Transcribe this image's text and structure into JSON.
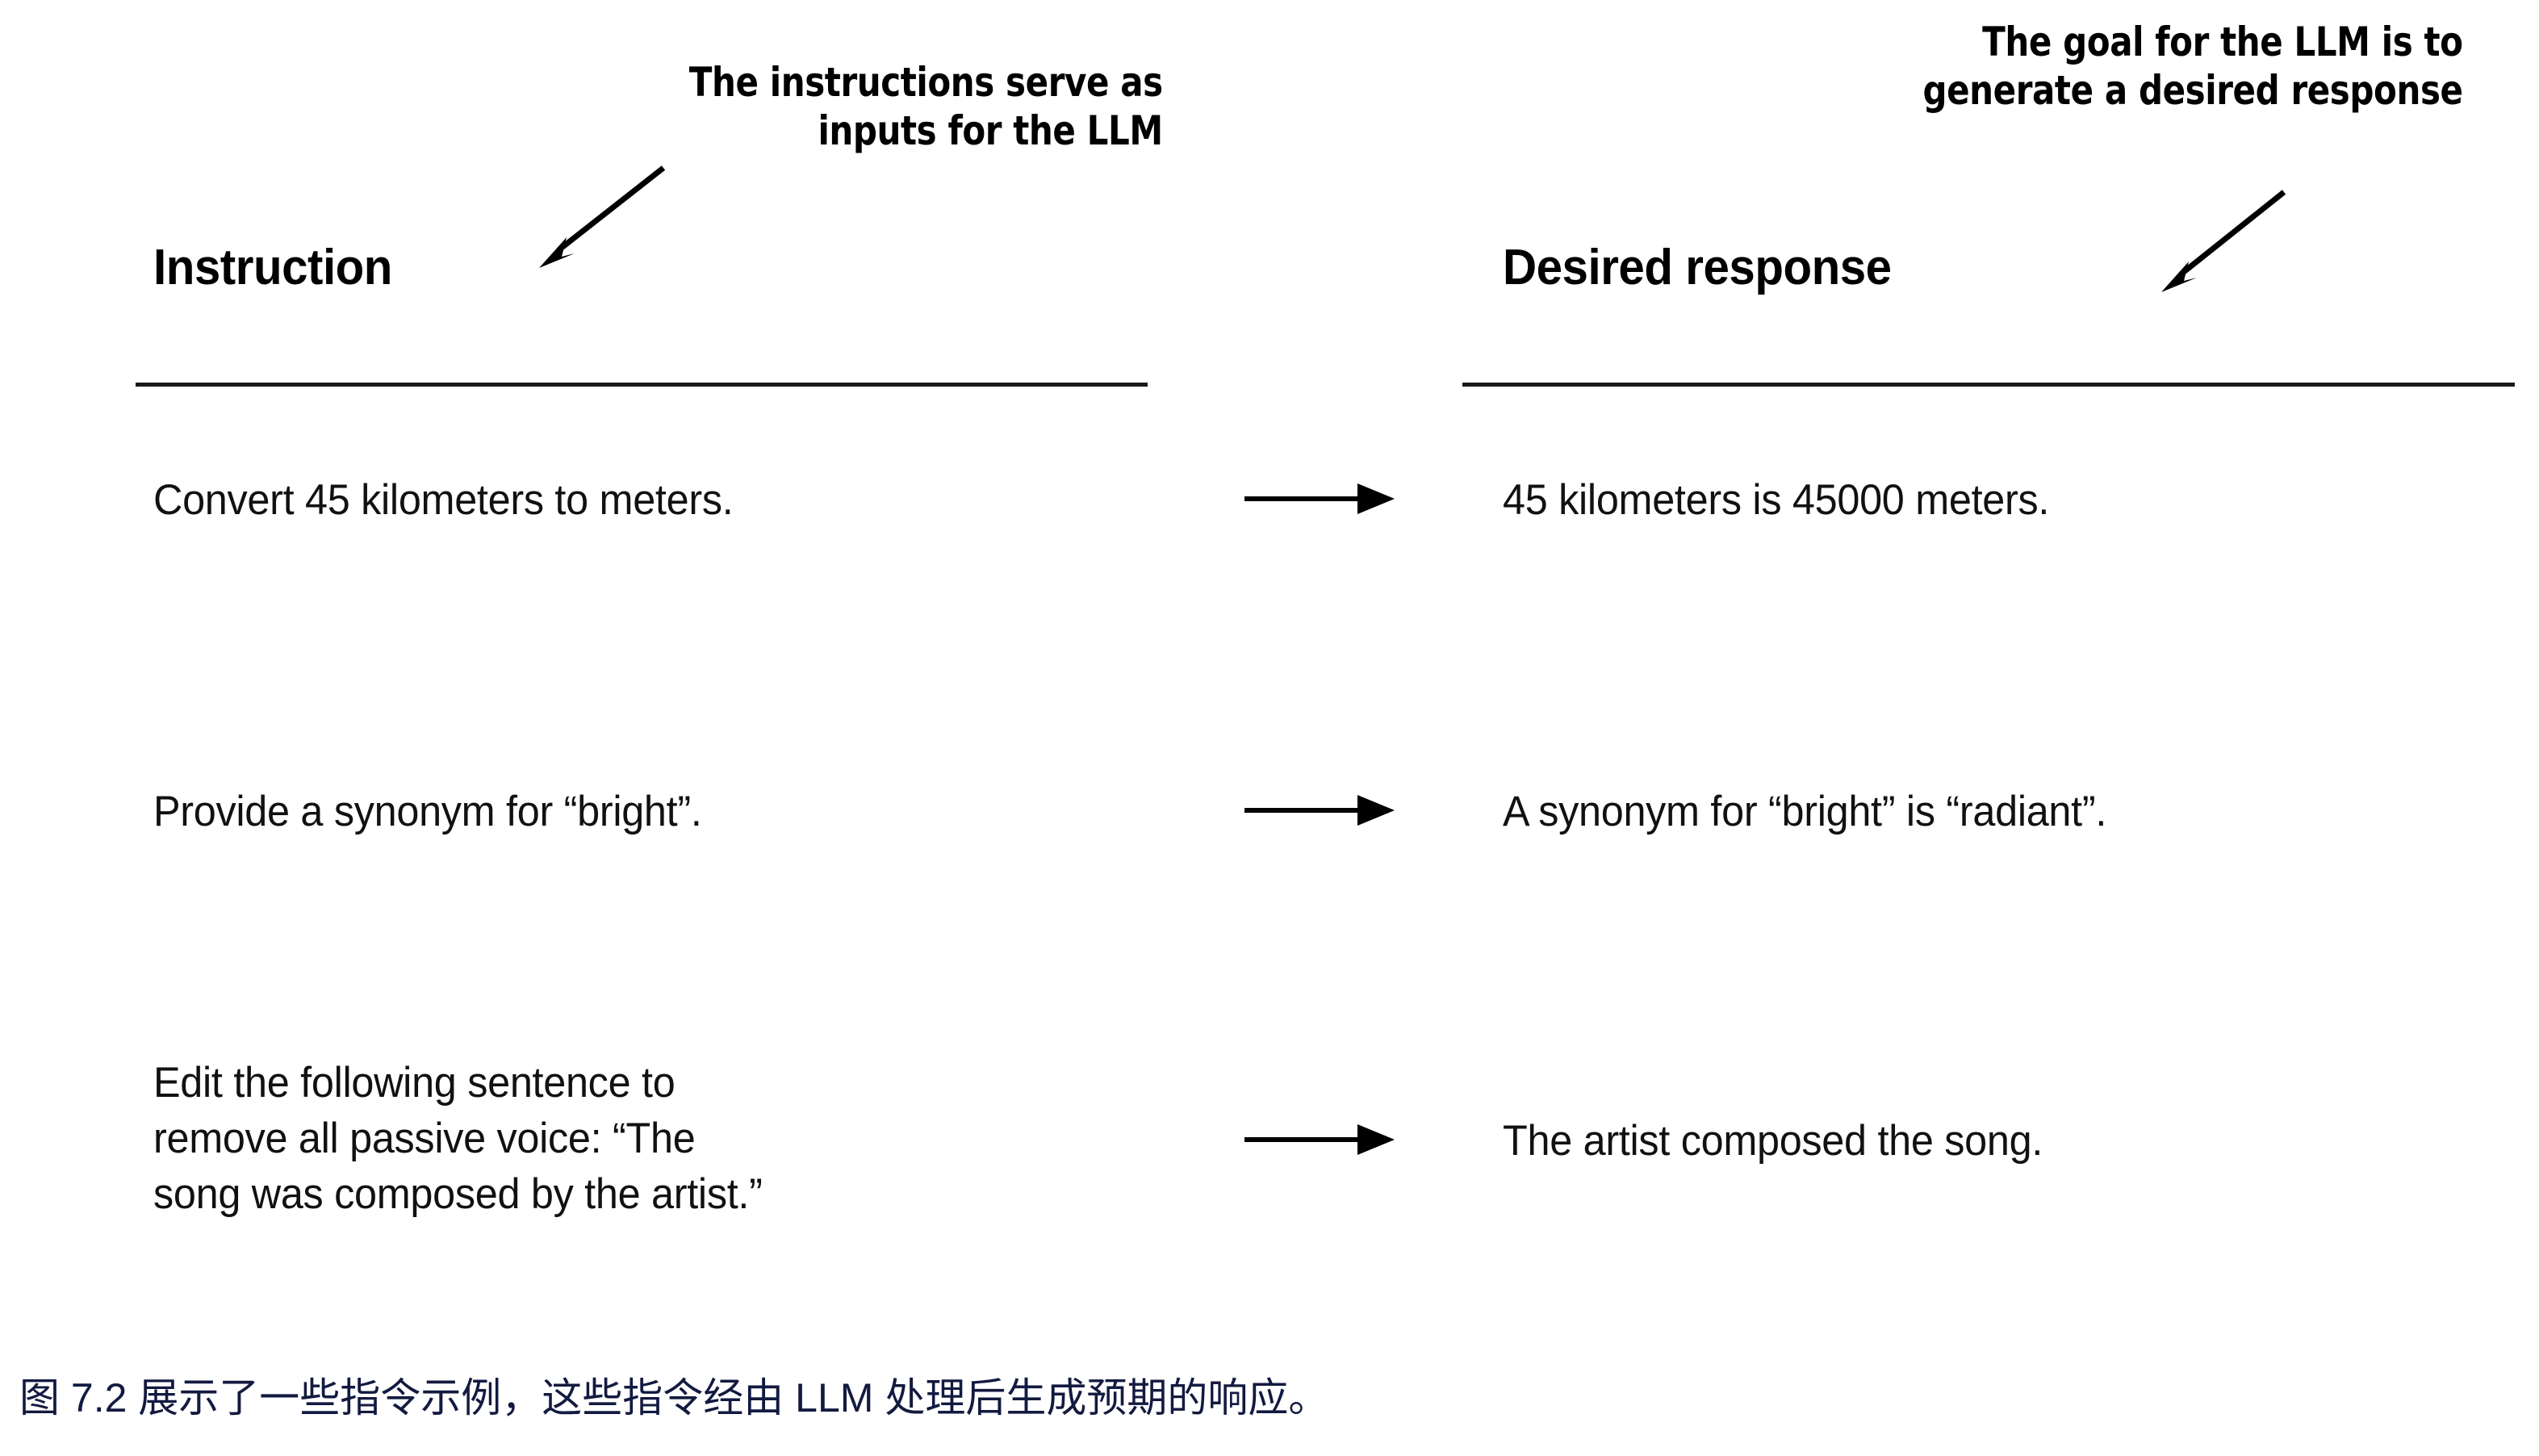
{
  "figure": {
    "columns": {
      "instruction_header": "Instruction",
      "response_header": "Desired response"
    },
    "annotations": {
      "instruction_note_line1": "The instructions serve as",
      "instruction_note_line2": "inputs for the LLM",
      "response_note_line1": "The goal for the LLM is to",
      "response_note_line2": "generate a desired response"
    },
    "rows": [
      {
        "instruction": "Convert 45 kilometers to meters.",
        "response": "45 kilometers is 45000 meters."
      },
      {
        "instruction": "Provide a synonym for “bright”.",
        "response": "A synonym for “bright” is “radiant”."
      },
      {
        "instruction": "Edit the following sentence to\nremove all passive voice: “The\nsong was composed by the artist.”",
        "response": "The artist composed the song."
      }
    ],
    "caption": "图 7.2 展示了一些指令示例，这些指令经由 LLM 处理后生成预期的响应。",
    "colors": {
      "background": "#ffffff",
      "text": "#111111",
      "rule": "#1a1a1a",
      "caption": "#131a40"
    }
  }
}
